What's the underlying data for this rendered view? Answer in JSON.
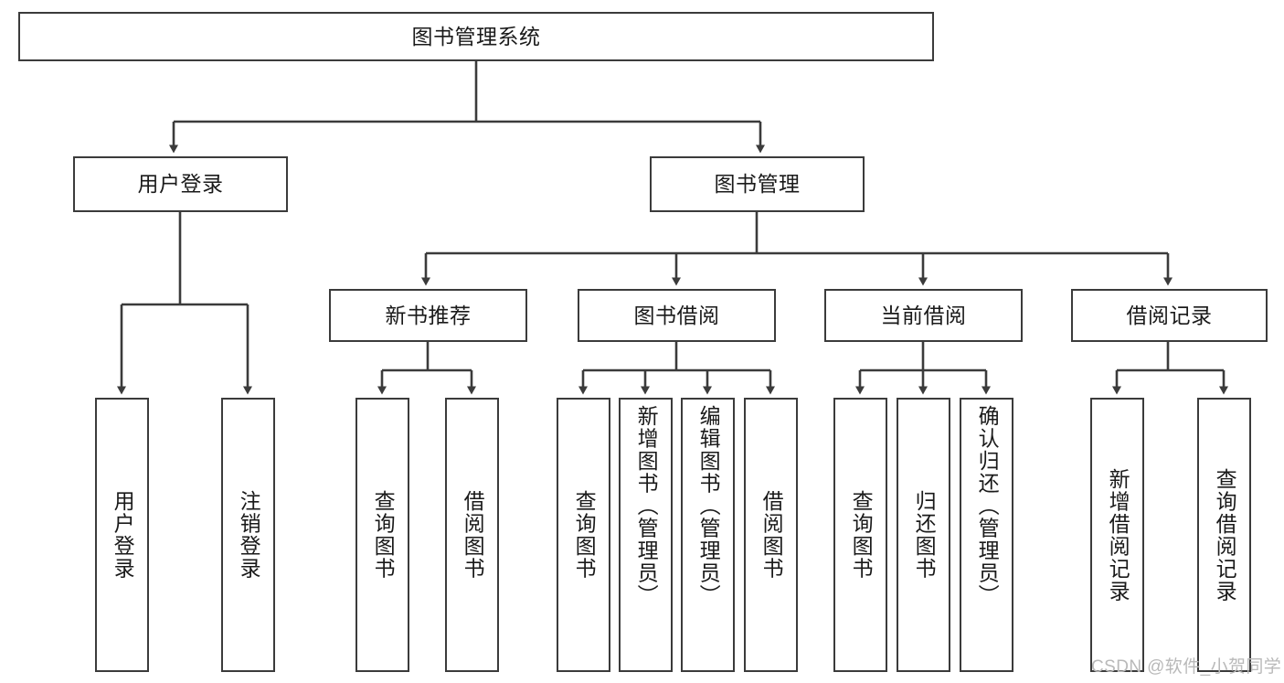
{
  "diagram": {
    "title": "图书管理系统",
    "type": "tree-hierarchy-chart",
    "stroke_color": "#3b3b3b",
    "background_color": "#ffffff",
    "text_color": "#1a1a1a",
    "watermark": "CSDN @软件_小贺同学",
    "watermark_color": "#b9b9b9",
    "nodes": {
      "root": {
        "label": "图书管理系统",
        "level": 1
      },
      "user_login": {
        "label": "用户登录",
        "level": 2
      },
      "book_manage": {
        "label": "图书管理",
        "level": 2
      },
      "new_book_rec": {
        "label": "新书推荐",
        "level": 3
      },
      "book_borrow": {
        "label": "图书借阅",
        "level": 3
      },
      "current_borrow": {
        "label": "当前借阅",
        "level": 3
      },
      "borrow_record": {
        "label": "借阅记录",
        "level": 3
      },
      "leaf_user_login": {
        "label": "用户登录",
        "level": 4
      },
      "leaf_logout": {
        "label": "注销登录",
        "level": 4
      },
      "leaf_query_book_a": {
        "label": "查询图书",
        "level": 4
      },
      "leaf_borrow_book_a": {
        "label": "借阅图书",
        "level": 4
      },
      "leaf_query_book_b": {
        "label": "查询图书",
        "level": 4
      },
      "leaf_add_book": {
        "label": "新增图书（管理员）",
        "level": 4
      },
      "leaf_edit_book": {
        "label": "编辑图书（管理员）",
        "level": 4
      },
      "leaf_borrow_book_b": {
        "label": "借阅图书",
        "level": 4
      },
      "leaf_query_book_c": {
        "label": "查询图书",
        "level": 4
      },
      "leaf_return_book": {
        "label": "归还图书",
        "level": 4
      },
      "leaf_confirm_return": {
        "label": "确认归还（管理员）",
        "level": 4
      },
      "leaf_add_record": {
        "label": "新增借阅记录",
        "level": 4
      },
      "leaf_query_record": {
        "label": "查询借阅记录",
        "level": 4
      }
    }
  }
}
